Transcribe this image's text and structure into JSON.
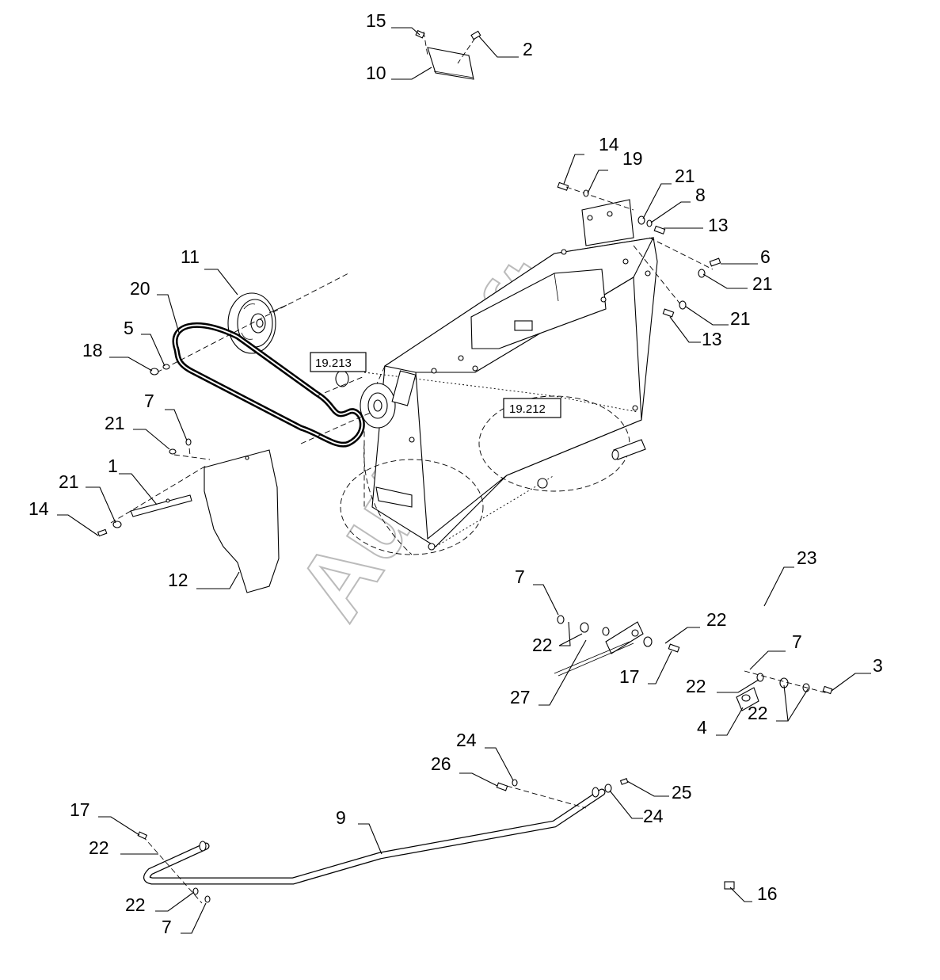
{
  "callouts": [
    {
      "n": "15"
    },
    {
      "n": "2"
    },
    {
      "n": "10"
    },
    {
      "n": "14"
    },
    {
      "n": "19"
    },
    {
      "n": "21"
    },
    {
      "n": "8"
    },
    {
      "n": "13"
    },
    {
      "n": "6"
    },
    {
      "n": "21"
    },
    {
      "n": "21"
    },
    {
      "n": "13"
    },
    {
      "n": "11"
    },
    {
      "n": "20"
    },
    {
      "n": "5"
    },
    {
      "n": "18"
    },
    {
      "n": "7"
    },
    {
      "n": "21"
    },
    {
      "n": "1"
    },
    {
      "n": "21"
    },
    {
      "n": "14"
    },
    {
      "n": "12"
    },
    {
      "n": "23"
    },
    {
      "n": "7"
    },
    {
      "n": "22"
    },
    {
      "n": "22"
    },
    {
      "n": "17"
    },
    {
      "n": "27"
    },
    {
      "n": "7"
    },
    {
      "n": "3"
    },
    {
      "n": "22"
    },
    {
      "n": "22"
    },
    {
      "n": "4"
    },
    {
      "n": "24"
    },
    {
      "n": "26"
    },
    {
      "n": "25"
    },
    {
      "n": "24"
    },
    {
      "n": "9"
    },
    {
      "n": "17"
    },
    {
      "n": "22"
    },
    {
      "n": "22"
    },
    {
      "n": "7"
    },
    {
      "n": "16"
    }
  ],
  "references": [
    "19.213",
    "19.212"
  ],
  "watermark": "AutoSoft"
}
